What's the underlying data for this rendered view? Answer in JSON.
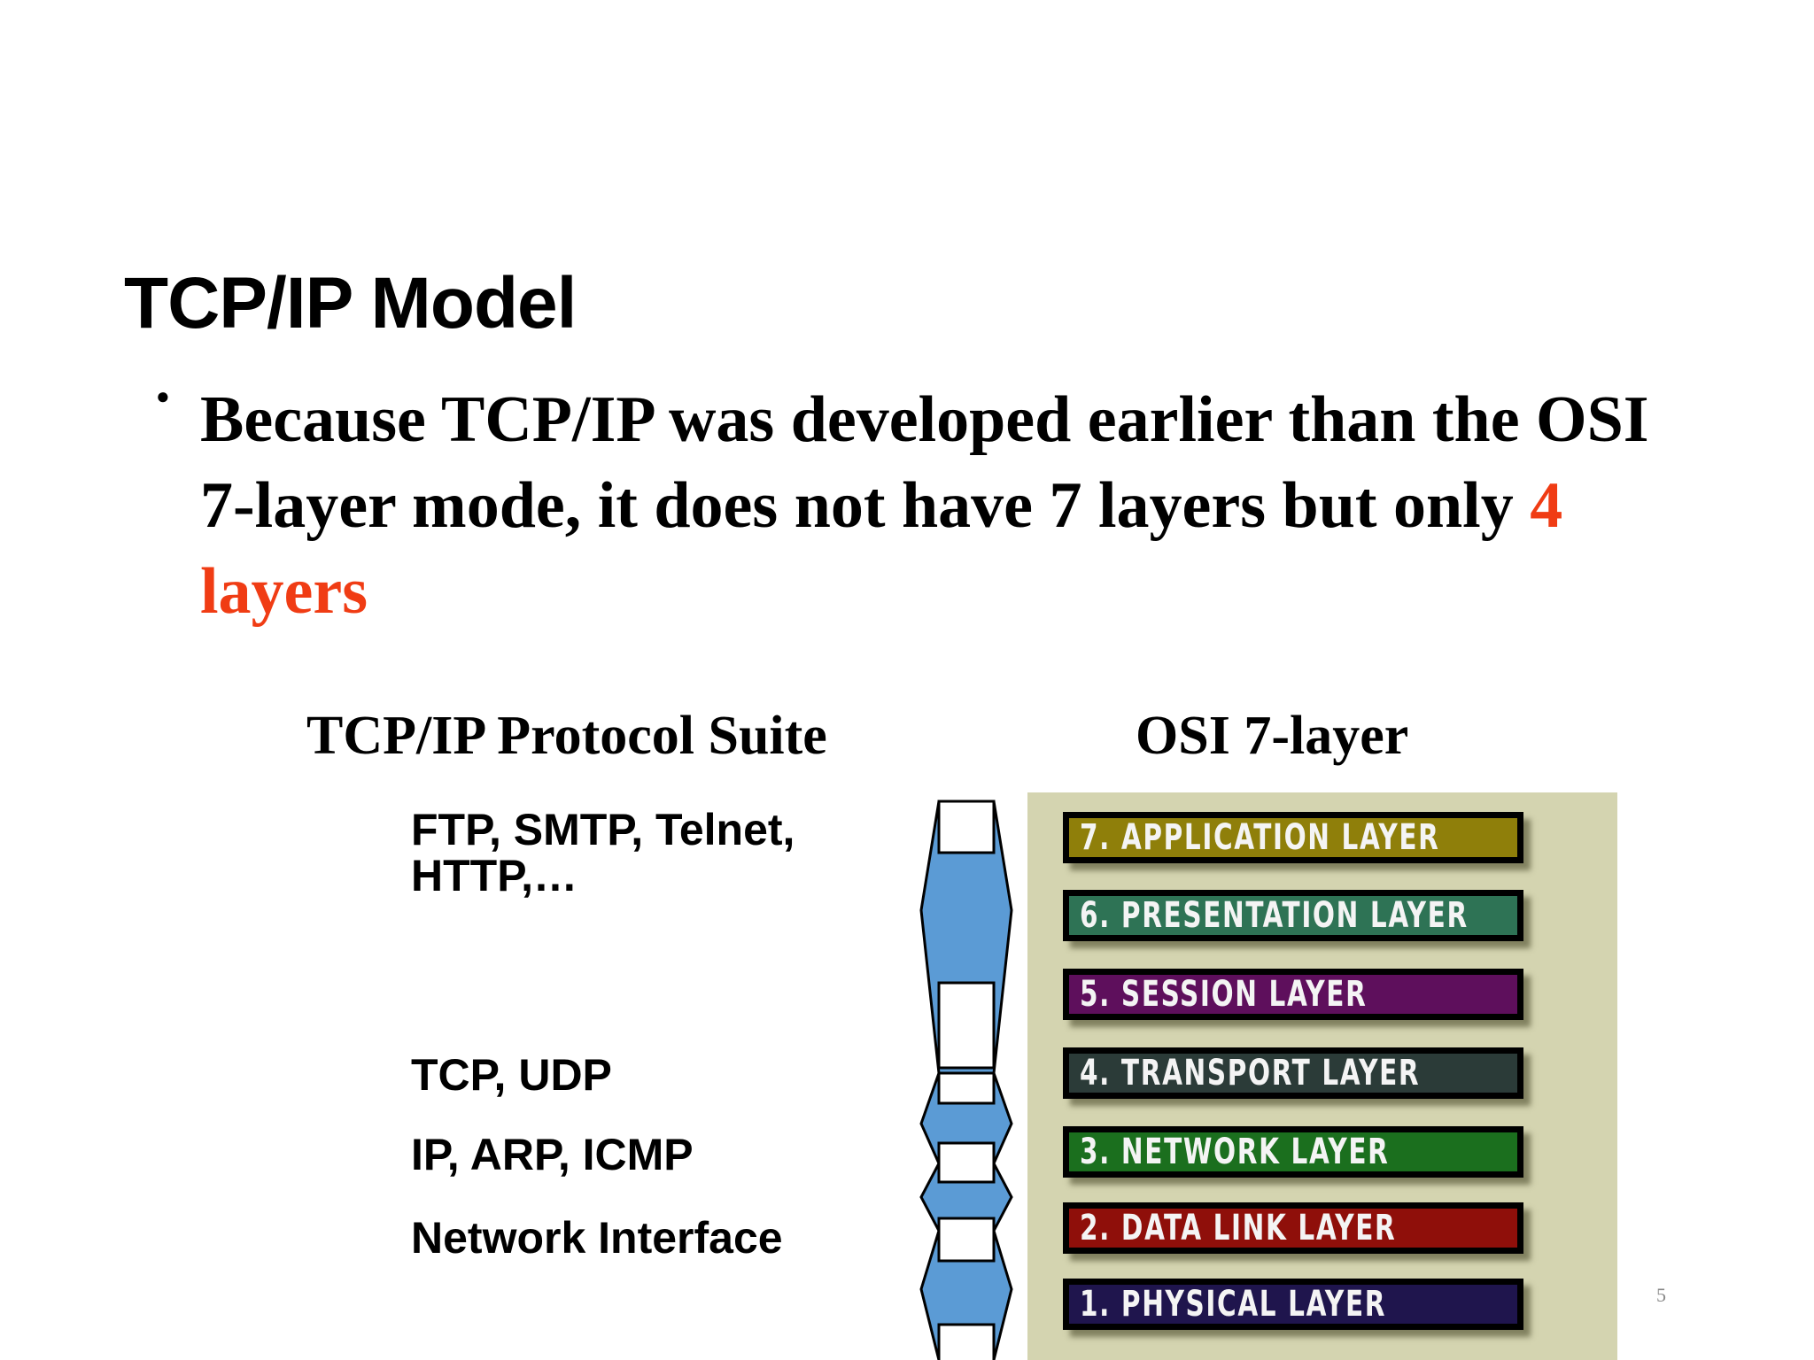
{
  "slide": {
    "title": "TCP/IP Model",
    "bullet": {
      "text_before": "Because TCP/IP was developed earlier than the OSI 7-layer mode, it does not have 7 layers but only ",
      "highlight": "4 layers",
      "highlight_color": "#f03c14"
    },
    "page_number": "5"
  },
  "diagram": {
    "left_heading": "TCP/IP Protocol Suite",
    "right_heading": "OSI 7-layer",
    "tcpip_layers": [
      {
        "label_line1": "FTP, SMTP, Telnet,",
        "label_line2": "HTTP,…"
      },
      {
        "label_line1": "TCP, UDP"
      },
      {
        "label_line1": "IP, ARP, ICMP"
      },
      {
        "label_line1": "Network Interface"
      }
    ],
    "arrow_color": "#5b9bd5",
    "osi_panel_color": "#d4d4b0",
    "osi_layers": [
      {
        "label": "7. APPLICATION LAYER",
        "color": "#8f7f0a"
      },
      {
        "label": "6. PRESENTATION LAYER",
        "color": "#2e7355"
      },
      {
        "label": "5. SESSION LAYER",
        "color": "#5e0f5c"
      },
      {
        "label": "4. TRANSPORT LAYER",
        "color": "#2b3b38"
      },
      {
        "label": "3. NETWORK LAYER",
        "color": "#1b6f1e"
      },
      {
        "label": "2. DATA LINK LAYER",
        "color": "#8f0f0a"
      },
      {
        "label": "1. PHYSICAL LAYER",
        "color": "#1f154d"
      }
    ]
  }
}
